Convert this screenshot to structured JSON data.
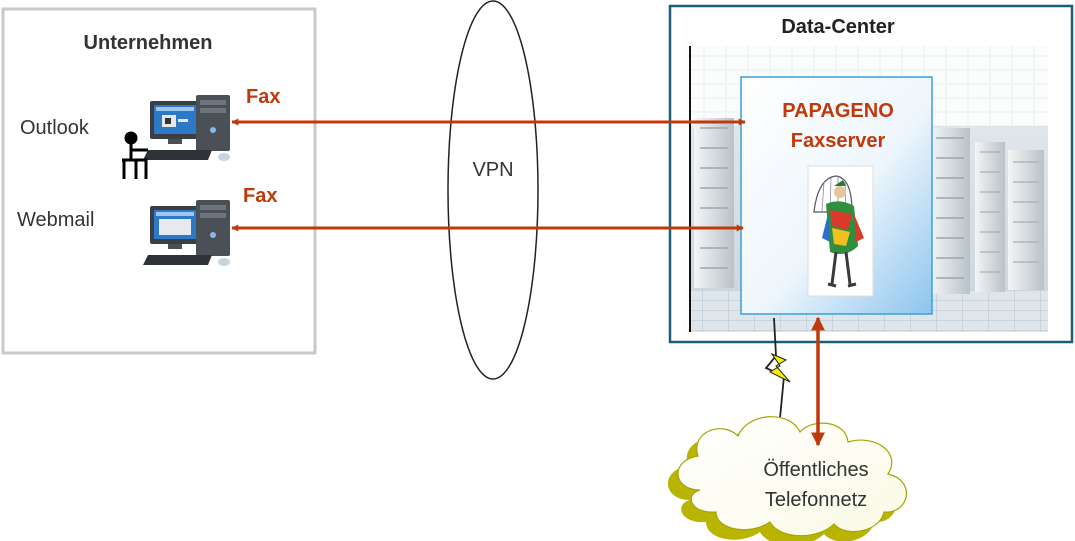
{
  "company": {
    "title": "Unternehmen",
    "clients": [
      {
        "label": "Outlook",
        "fax_label": "Fax"
      },
      {
        "label": "Webmail",
        "fax_label": "Fax"
      }
    ]
  },
  "vpn": {
    "label": "VPN"
  },
  "datacenter": {
    "title": "Data-Center",
    "server": {
      "line1": "PAPAGENO",
      "line2": "Faxserver"
    }
  },
  "network": {
    "line1": "Öffentliches",
    "line2": "Telefonnetz"
  },
  "colors": {
    "arrow": "#c0390b",
    "fax_text": "#c0390b",
    "server_text": "#c0390b",
    "datacenter_border": "#1a5f7a",
    "company_border": "#c8c8c8",
    "server_border": "#3aa0d8",
    "lightning": "#f4f000"
  }
}
